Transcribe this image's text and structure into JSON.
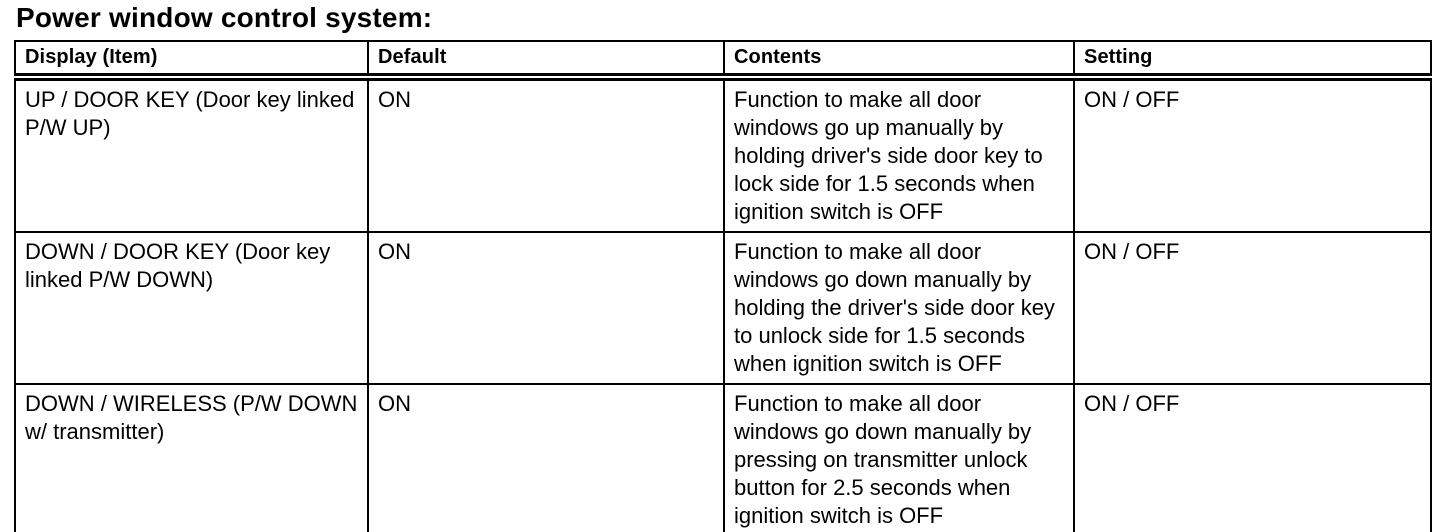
{
  "page": {
    "title": "Power window control system:"
  },
  "table": {
    "headers": {
      "display": "Display (Item)",
      "default": "Default",
      "contents": "Contents",
      "setting": "Setting"
    },
    "rows": [
      {
        "display": "UP / DOOR KEY (Door key linked P/W UP)",
        "default": "ON",
        "contents": "Function to make all door windows go up manually by holding driver's side door key to lock side for 1.5 seconds when ignition switch is OFF",
        "setting": "ON / OFF"
      },
      {
        "display": "DOWN / DOOR KEY (Door key linked P/W DOWN)",
        "default": "ON",
        "contents": "Function to make all door windows go down manually by holding the driver's side door key to unlock side for 1.5 seconds when ignition switch is OFF",
        "setting": "ON / OFF"
      },
      {
        "display": "DOWN / WIRELESS (P/W DOWN w/ transmitter)",
        "default": "ON",
        "contents": "Function to make all door windows go down manually by pressing on transmitter unlock button for 2.5 seconds when ignition switch is OFF",
        "setting": "ON / OFF"
      }
    ]
  },
  "colors": {
    "text": "#000000",
    "background": "#ffffff",
    "border": "#000000"
  }
}
